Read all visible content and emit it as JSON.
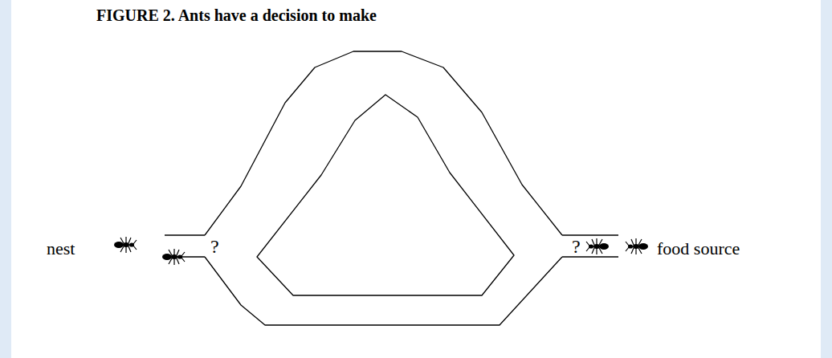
{
  "diagram": {
    "title": "FIGURE 2. Ants have a decision to make",
    "labels": [
      "nest",
      "?",
      "?",
      "food source"
    ]
  }
}
